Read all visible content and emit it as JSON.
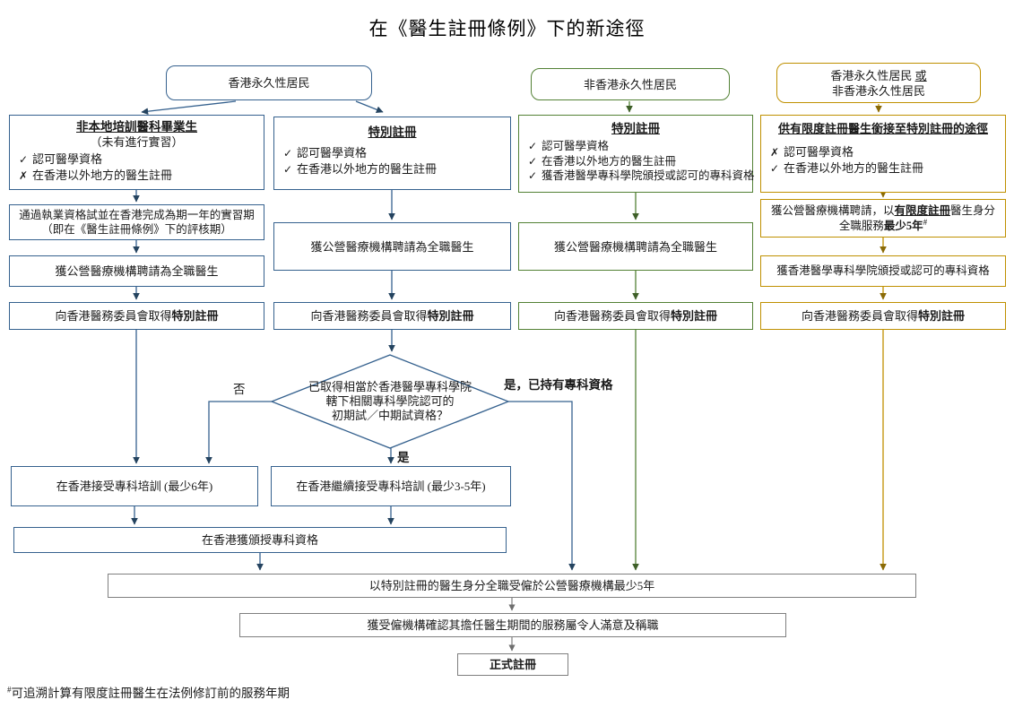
{
  "title": "在《醫生註冊條例》下的新途徑",
  "colors": {
    "blue": "#35618E",
    "green": "#538135",
    "gold": "#BF9000",
    "gray": "#7F7F7F"
  },
  "headers": {
    "hk_resident": "香港永久性居民",
    "non_hk_resident": "非香港永久性居民",
    "either_a": "香港永久性居民 ",
    "either_or": "或",
    "either_b": "非香港永久性居民"
  },
  "col1": {
    "profile_title": "非本地培訓醫科畢業生",
    "profile_sub": "（未有進行實習）",
    "check1_mark": "✓",
    "check1": "認可醫學資格",
    "check2_mark": "✗",
    "check2": "在香港以外地方的醫生註冊",
    "step_exam_l1": "通過執業資格試並在香港完成為期一年的實習期",
    "step_exam_l2": "（即在《醫生註冊條例》下的評核期）",
    "step_employ": "獲公營醫療機構聘請為全職醫生",
    "step_reg_prefix": "向香港醫務委員會取得",
    "step_reg_bold": "特別註冊",
    "step_training": "在香港接受專科培訓 (最少6年)"
  },
  "col2": {
    "profile_title": "特別註冊",
    "check1_mark": "✓",
    "check1": "認可醫學資格",
    "check2_mark": "✓",
    "check2": "在香港以外地方的醫生註冊",
    "step_employ": "獲公營醫療機構聘請為全職醫生",
    "step_reg_prefix": "向香港醫務委員會取得",
    "step_reg_bold": "特別註冊",
    "step_training": "在香港繼續接受專科培訓 (最少3-5年)"
  },
  "col3": {
    "profile_title": "特別註冊",
    "check1_mark": "✓",
    "check1": "認可醫學資格",
    "check2_mark": "✓",
    "check2": "在香港以外地方的醫生註冊",
    "check3_mark": "✓",
    "check3": "獲香港醫學專科學院頒授或認可的專科資格",
    "step_employ": "獲公營醫療機構聘請為全職醫生",
    "step_reg_prefix": "向香港醫務委員會取得",
    "step_reg_bold": "特別註冊"
  },
  "col4": {
    "profile_title": "供有限度註冊醫生銜接至特別註冊的途徑",
    "check1_mark": "✗",
    "check1": "認可醫學資格",
    "check2_mark": "✓",
    "check2": "在香港以外地方的醫生註冊",
    "step_employ_l1a": "獲公營醫療機構聘請，以",
    "step_employ_l1b": "有限度註冊",
    "step_employ_l1c": "醫生身分",
    "step_employ_l2a": "全職服務",
    "step_employ_l2b": "最少5年",
    "step_employ_sup": "#",
    "step_fellow": "獲香港醫學專科學院頒授或認可的專科資格",
    "step_reg_prefix": "向香港醫務委員會取得",
    "step_reg_bold": "特別註冊"
  },
  "decision": {
    "l1": "已取得相當於香港醫學專科學院",
    "l2": "轄下相關專科學院認可的",
    "l3": "初期試／中期試資格？",
    "no": "否",
    "yes": "是",
    "yes_specialist": "是，已持有專科資格"
  },
  "shared": {
    "qualification": "在香港獲頒授專科資格",
    "employment5y": "以特別註冊的醫生身分全職受僱於公營醫療機構最少5年",
    "confirmation": "獲受僱機構確認其擔任醫生期間的服務屬令人滿意及稱職",
    "full_reg": "正式註冊"
  },
  "footnote": {
    "sup": "#",
    "text": "可追溯計算有限度註冊醫生在法例修訂前的服務年期"
  }
}
